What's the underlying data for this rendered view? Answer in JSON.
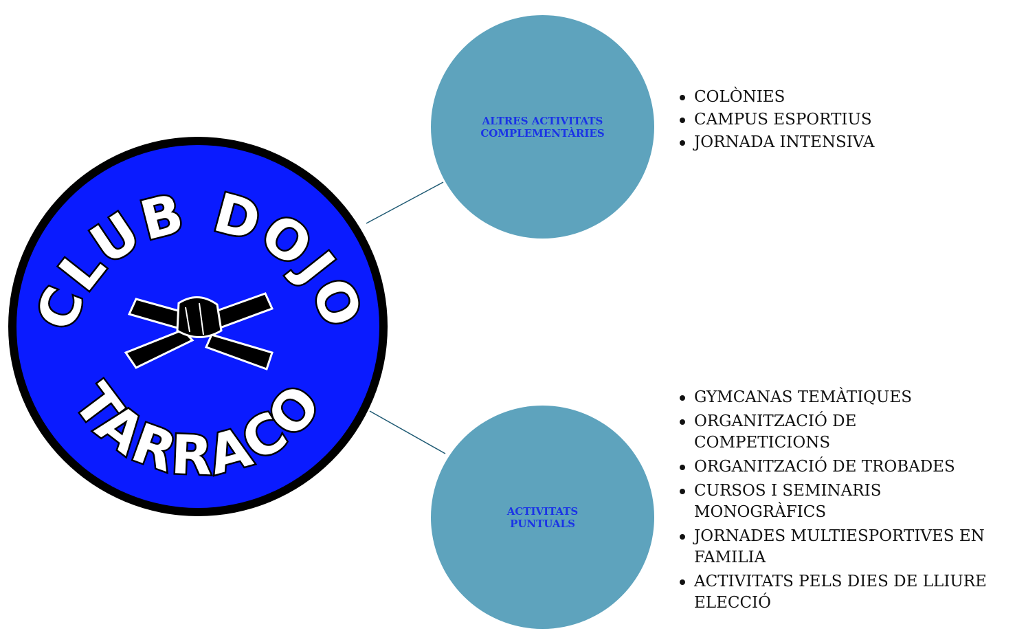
{
  "logo": {
    "top_text": "CLUB DOJO",
    "bottom_text": "TARRACO",
    "emblem": "black-belt-knot",
    "colors": {
      "disc": "#0a1bff",
      "ring": "#000000",
      "text_fill": "#ffffff",
      "text_stroke": "#000000"
    }
  },
  "nodes": [
    {
      "label": "ALTRES ACTIVITATS\nCOMPLEMENTÀRIES",
      "items": [
        "COLÒNIES",
        "CAMPUS ESPORTIUS",
        "JORNADA INTENSIVA"
      ]
    },
    {
      "label": "ACTIVITATS\nPUNTUALS",
      "items": [
        "GYMCANAS TEMÀTIQUES",
        "ORGANITZACIÓ DE COMPETICIONS",
        "ORGANITZACIÓ DE TROBADES",
        "CURSOS I SEMINARIS MONOGRÀFICS",
        "JORNADES MULTIESPORTIVES EN FAMILIA",
        "ACTIVITATS PELS DIES DE LLIURE ELECCIÓ"
      ]
    }
  ],
  "colors": {
    "node_fill": "#5ea3bd",
    "node_text": "#1a33e6",
    "connector": "#1f5a73"
  }
}
